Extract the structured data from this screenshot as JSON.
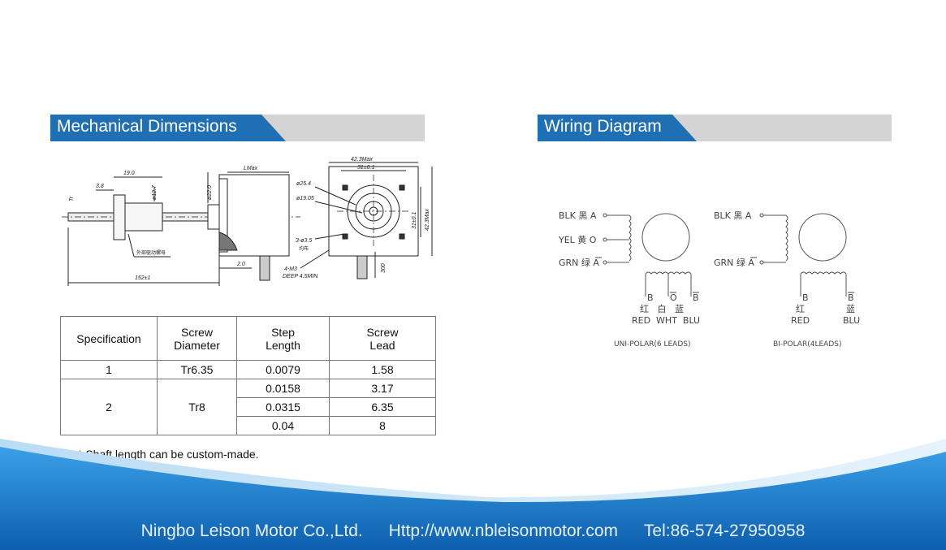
{
  "sections": {
    "mechanical_title": "Mechanical Dimensions",
    "wiring_title": "Wiring Diagram"
  },
  "drawing": {
    "dim_19": "19.0",
    "dim_3_8": "3.8",
    "dim_tr": "Tr",
    "dim_12_7": "ø12.7",
    "dim_22": "ø22.0",
    "dim_lmax": "LMax",
    "dim_152": "152±1",
    "dim_2_0": "2.0",
    "nut_label": "外部驱动螺母",
    "dim_42max": "42.3Max",
    "dim_31": "31±0.1",
    "dim_25_4": "ø25.4",
    "dim_19_05": "ø19.05",
    "dim_3_5": "3-ø3.5",
    "dim_3_5_sub": "均布",
    "dim_m3": "4-M3",
    "dim_deep": "DEEP 4.5MIN",
    "dim_31_v": "31±0.1",
    "dim_42max_v": "42.3Max",
    "dim_300": "300"
  },
  "table": {
    "headers": [
      "Specification",
      "Screw Diameter",
      "Step Length",
      "Screw Lead"
    ],
    "header_lines": [
      [
        "Specification"
      ],
      [
        "Screw",
        "Diameter"
      ],
      [
        "Step",
        "Length"
      ],
      [
        "Screw",
        "Lead"
      ]
    ],
    "rows": [
      {
        "spec": "1",
        "diameter": "Tr6.35",
        "step": "0.0079",
        "lead": "1.58"
      },
      {
        "spec": "2",
        "diameter": "Tr8",
        "step": "0.0158",
        "lead": "3.17"
      },
      {
        "step": "0.0315",
        "lead": "6.35"
      },
      {
        "step": "0.04",
        "lead": "8"
      }
    ]
  },
  "note": "* Shaft length can be custom-made.",
  "wiring": {
    "uni": {
      "blk": "BLK 黑 A",
      "yel": "YEL 黄 O",
      "grn": "GRN 绿 A",
      "b": "B",
      "o": "O",
      "bbar": "B",
      "cn": "红   白   蓝",
      "en": "RED  WHT  BLU",
      "caption": "UNI-POLAR(6 LEADS)"
    },
    "bi": {
      "blk": "BLK 黑 A",
      "grn": "GRN 绿 A",
      "b": "B",
      "bbar": "B",
      "cn_red": "红",
      "cn_blu": "蓝",
      "en_red": "RED",
      "en_blu": "BLU",
      "caption": "BI-POLAR(4LEADS)"
    }
  },
  "footer": {
    "company": "Ningbo Leison Motor Co.,Ltd.",
    "website": "Http://www.nbleisonmotor.com",
    "tel": "Tel:86-574-27950958"
  },
  "colors": {
    "brand_blue": "#1f6fb5",
    "header_gray": "#d4d4d4",
    "footer_blue": "#1c7fd0"
  }
}
